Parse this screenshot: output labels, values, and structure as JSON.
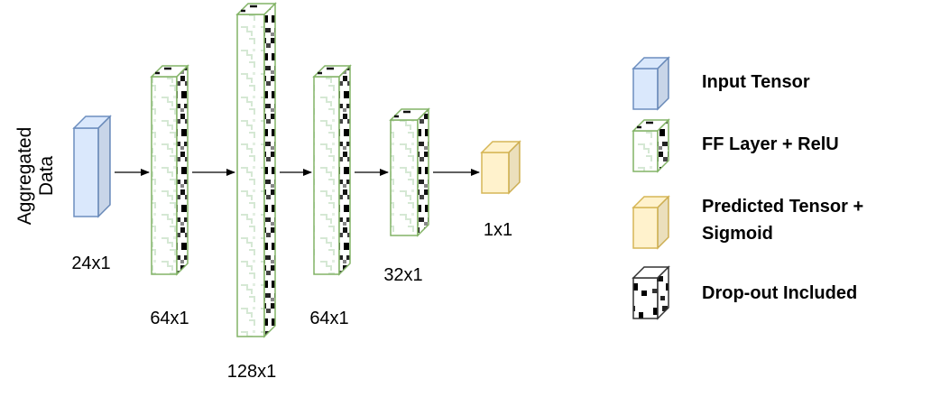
{
  "input_label": [
    "Aggregated",
    "Data"
  ],
  "layers": [
    {
      "label": "24x1",
      "kind": "input"
    },
    {
      "label": "64x1",
      "kind": "ff"
    },
    {
      "label": "128x1",
      "kind": "ff"
    },
    {
      "label": "64x1",
      "kind": "ff"
    },
    {
      "label": "32x1",
      "kind": "ff"
    },
    {
      "label": "1x1",
      "kind": "output"
    }
  ],
  "legend": [
    {
      "kind": "input",
      "label": [
        "Input Tensor"
      ]
    },
    {
      "kind": "ff",
      "label": [
        "FF Layer + RelU"
      ]
    },
    {
      "kind": "output",
      "label": [
        "Predicted Tensor +",
        "Sigmoid"
      ]
    },
    {
      "kind": "dropout",
      "label": [
        "Drop-out Included"
      ]
    }
  ],
  "colors": {
    "input_fill": "#dae8fc",
    "input_stroke": "#6c8ebf",
    "ff_fill": "#d5e8d4",
    "ff_stroke": "#82b366",
    "output_fill": "#fff2cc",
    "output_stroke": "#d6b656",
    "dropout_stroke": "#333333",
    "arrow": "#000000"
  }
}
